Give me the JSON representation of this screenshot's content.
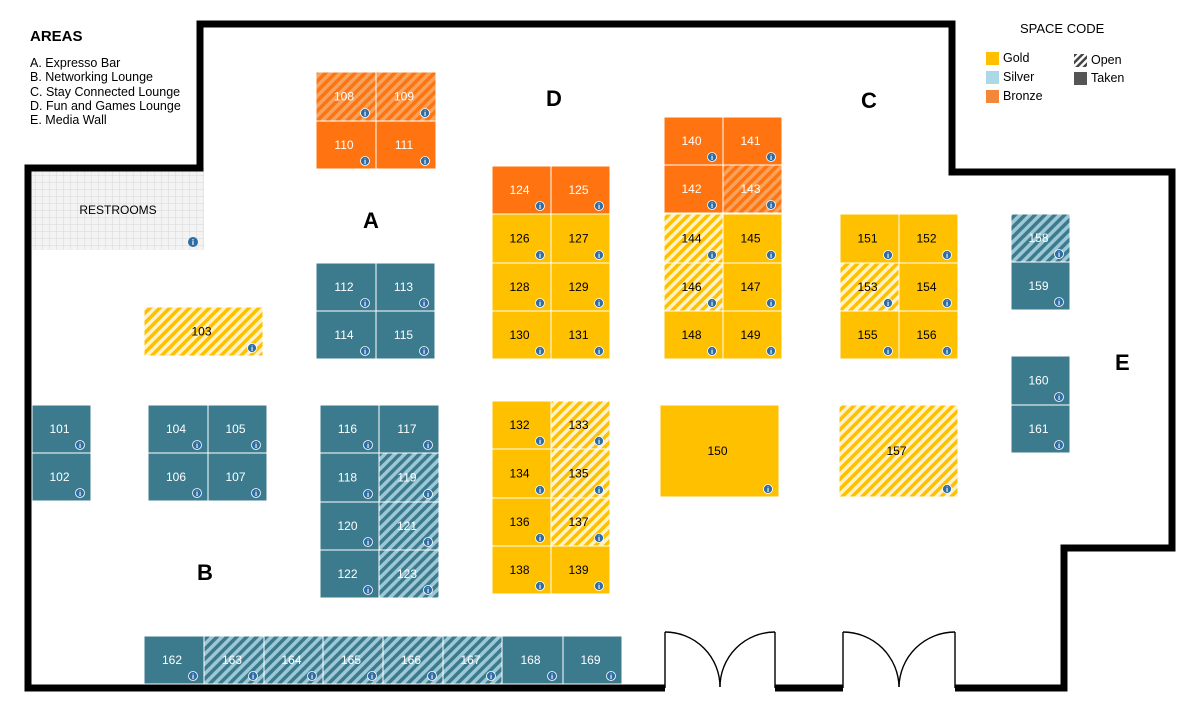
{
  "areas": {
    "title": "AREAS",
    "items": [
      "A. Expresso Bar",
      "B. Networking Lounge",
      "C. Stay Connected Lounge",
      "D. Fun and Games Lounge",
      "E. Media Wall"
    ]
  },
  "legend": {
    "title": "SPACE CODE",
    "tiers": [
      {
        "label": "Gold",
        "color": "#FFC000"
      },
      {
        "label": "Silver",
        "color": "#ADD8E6"
      },
      {
        "label": "Bronze",
        "color": "#F4883A"
      }
    ],
    "status": [
      {
        "label": "Open",
        "pattern": "hatched"
      },
      {
        "label": "Taken",
        "pattern": "solid"
      }
    ]
  },
  "area_letters": [
    "A",
    "B",
    "C",
    "D",
    "E"
  ],
  "restrooms_label": "RESTROOMS",
  "colors": {
    "gold": "#FFC000",
    "silver": "#3C7B8E",
    "bronze": "#FF7410",
    "info": "#2E6DA4",
    "wall": "#000000"
  },
  "booths": [
    {
      "id": "101",
      "tier": "silver",
      "status": "taken"
    },
    {
      "id": "102",
      "tier": "silver",
      "status": "taken"
    },
    {
      "id": "103",
      "tier": "gold",
      "status": "open"
    },
    {
      "id": "104",
      "tier": "silver",
      "status": "taken"
    },
    {
      "id": "105",
      "tier": "silver",
      "status": "taken"
    },
    {
      "id": "106",
      "tier": "silver",
      "status": "taken"
    },
    {
      "id": "107",
      "tier": "silver",
      "status": "taken"
    },
    {
      "id": "108",
      "tier": "bronze",
      "status": "open"
    },
    {
      "id": "109",
      "tier": "bronze",
      "status": "open"
    },
    {
      "id": "110",
      "tier": "bronze",
      "status": "taken"
    },
    {
      "id": "111",
      "tier": "bronze",
      "status": "taken"
    },
    {
      "id": "112",
      "tier": "silver",
      "status": "taken"
    },
    {
      "id": "113",
      "tier": "silver",
      "status": "taken"
    },
    {
      "id": "114",
      "tier": "silver",
      "status": "taken"
    },
    {
      "id": "115",
      "tier": "silver",
      "status": "taken"
    },
    {
      "id": "116",
      "tier": "silver",
      "status": "taken"
    },
    {
      "id": "117",
      "tier": "silver",
      "status": "taken"
    },
    {
      "id": "118",
      "tier": "silver",
      "status": "taken"
    },
    {
      "id": "119",
      "tier": "silver",
      "status": "open"
    },
    {
      "id": "120",
      "tier": "silver",
      "status": "taken"
    },
    {
      "id": "121",
      "tier": "silver",
      "status": "open"
    },
    {
      "id": "122",
      "tier": "silver",
      "status": "taken"
    },
    {
      "id": "123",
      "tier": "silver",
      "status": "open"
    },
    {
      "id": "124",
      "tier": "bronze",
      "status": "taken"
    },
    {
      "id": "125",
      "tier": "bronze",
      "status": "taken"
    },
    {
      "id": "126",
      "tier": "gold",
      "status": "taken"
    },
    {
      "id": "127",
      "tier": "gold",
      "status": "taken"
    },
    {
      "id": "128",
      "tier": "gold",
      "status": "taken"
    },
    {
      "id": "129",
      "tier": "gold",
      "status": "taken"
    },
    {
      "id": "130",
      "tier": "gold",
      "status": "taken"
    },
    {
      "id": "131",
      "tier": "gold",
      "status": "taken"
    },
    {
      "id": "132",
      "tier": "gold",
      "status": "taken"
    },
    {
      "id": "133",
      "tier": "gold",
      "status": "open"
    },
    {
      "id": "134",
      "tier": "gold",
      "status": "taken"
    },
    {
      "id": "135",
      "tier": "gold",
      "status": "open"
    },
    {
      "id": "136",
      "tier": "gold",
      "status": "taken"
    },
    {
      "id": "137",
      "tier": "gold",
      "status": "open"
    },
    {
      "id": "138",
      "tier": "gold",
      "status": "taken"
    },
    {
      "id": "139",
      "tier": "gold",
      "status": "taken"
    },
    {
      "id": "140",
      "tier": "bronze",
      "status": "taken"
    },
    {
      "id": "141",
      "tier": "bronze",
      "status": "taken"
    },
    {
      "id": "142",
      "tier": "bronze",
      "status": "taken"
    },
    {
      "id": "143",
      "tier": "bronze",
      "status": "open"
    },
    {
      "id": "144",
      "tier": "gold",
      "status": "open"
    },
    {
      "id": "145",
      "tier": "gold",
      "status": "taken"
    },
    {
      "id": "146",
      "tier": "gold",
      "status": "open"
    },
    {
      "id": "147",
      "tier": "gold",
      "status": "taken"
    },
    {
      "id": "148",
      "tier": "gold",
      "status": "taken"
    },
    {
      "id": "149",
      "tier": "gold",
      "status": "taken"
    },
    {
      "id": "150",
      "tier": "gold",
      "status": "taken"
    },
    {
      "id": "151",
      "tier": "gold",
      "status": "taken"
    },
    {
      "id": "152",
      "tier": "gold",
      "status": "taken"
    },
    {
      "id": "153",
      "tier": "gold",
      "status": "open"
    },
    {
      "id": "154",
      "tier": "gold",
      "status": "taken"
    },
    {
      "id": "155",
      "tier": "gold",
      "status": "taken"
    },
    {
      "id": "156",
      "tier": "gold",
      "status": "taken"
    },
    {
      "id": "157",
      "tier": "gold",
      "status": "open"
    },
    {
      "id": "158",
      "tier": "silver",
      "status": "open"
    },
    {
      "id": "159",
      "tier": "silver",
      "status": "taken"
    },
    {
      "id": "160",
      "tier": "silver",
      "status": "taken"
    },
    {
      "id": "161",
      "tier": "silver",
      "status": "taken"
    },
    {
      "id": "162",
      "tier": "silver",
      "status": "taken"
    },
    {
      "id": "163",
      "tier": "silver",
      "status": "open"
    },
    {
      "id": "164",
      "tier": "silver",
      "status": "open"
    },
    {
      "id": "165",
      "tier": "silver",
      "status": "open"
    },
    {
      "id": "166",
      "tier": "silver",
      "status": "open"
    },
    {
      "id": "167",
      "tier": "silver",
      "status": "open"
    },
    {
      "id": "168",
      "tier": "silver",
      "status": "taken"
    },
    {
      "id": "169",
      "tier": "silver",
      "status": "taken"
    }
  ]
}
